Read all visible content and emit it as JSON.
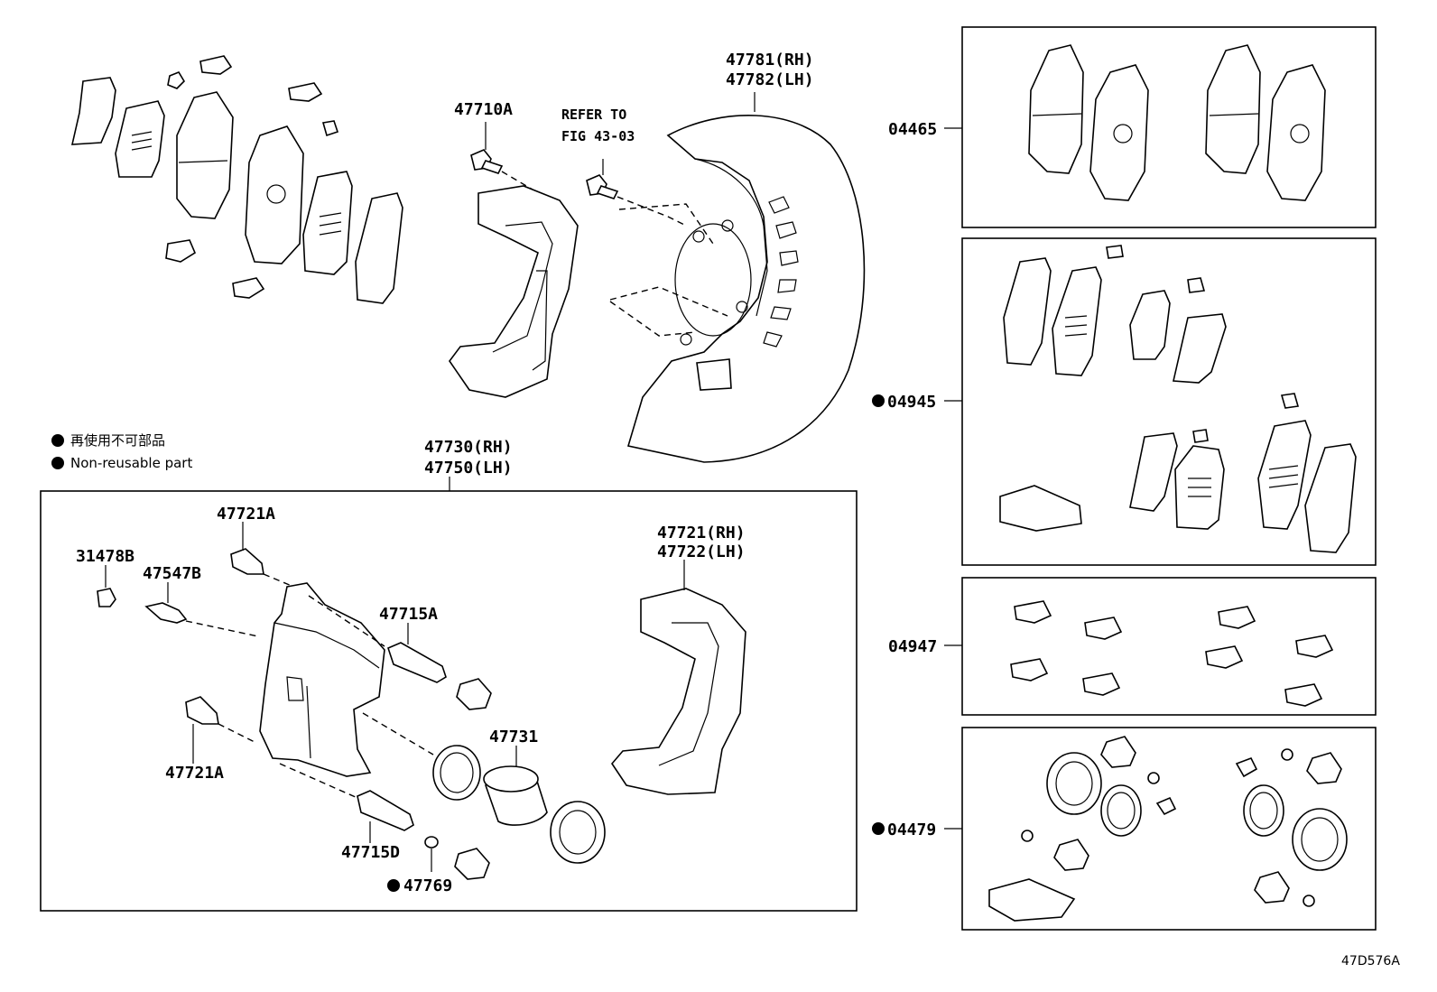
{
  "legend": {
    "jp": "再使用不可部品",
    "en": "Non-reusable part",
    "marker_color": "#000000"
  },
  "labels": {
    "p47710A": "47710A",
    "refer_line1": "REFER TO",
    "refer_line2": "FIG 43-03",
    "p47781": "47781(RH)",
    "p47782": "47782(LH)",
    "p47730": "47730(RH)",
    "p47750": "47750(LH)",
    "p47721A_top": "47721A",
    "p31478B": "31478B",
    "p47547B": "47547B",
    "p47715A": "47715A",
    "p47721": "47721(RH)",
    "p47722": "47722(LH)",
    "p47731": "47731",
    "p47721A_bottom": "47721A",
    "p47715D": "47715D",
    "p47769": "47769",
    "k04465": "04465",
    "k04945": "04945",
    "k04947": "04947",
    "k04479": "04479"
  },
  "diagram_code": "47D576A",
  "colors": {
    "ink": "#000000",
    "paper": "#ffffff"
  }
}
